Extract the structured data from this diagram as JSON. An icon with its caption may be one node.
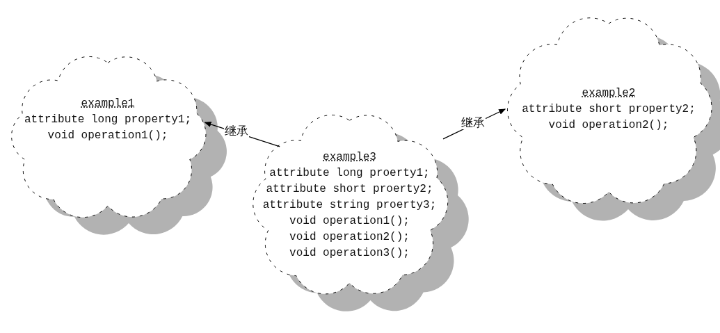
{
  "diagram": {
    "nodes": [
      {
        "text": [
          "example1",
          "attribute long property1;",
          "void operation1();"
        ]
      },
      {
        "text": [
          "example2",
          "attribute short property2;",
          "void operation2();"
        ]
      },
      {
        "text": [
          "example3",
          "attribute long proerty1;",
          "attribute short proerty2;",
          "attribute string proerty3;",
          "void operation1();",
          "void operation2();",
          "void operation3();"
        ]
      }
    ],
    "edges": [
      {
        "from": 2,
        "to": 0,
        "arrow": "to",
        "label": "继承"
      },
      {
        "from": 2,
        "to": 1,
        "arrow": "to",
        "label": "继承"
      }
    ]
  }
}
